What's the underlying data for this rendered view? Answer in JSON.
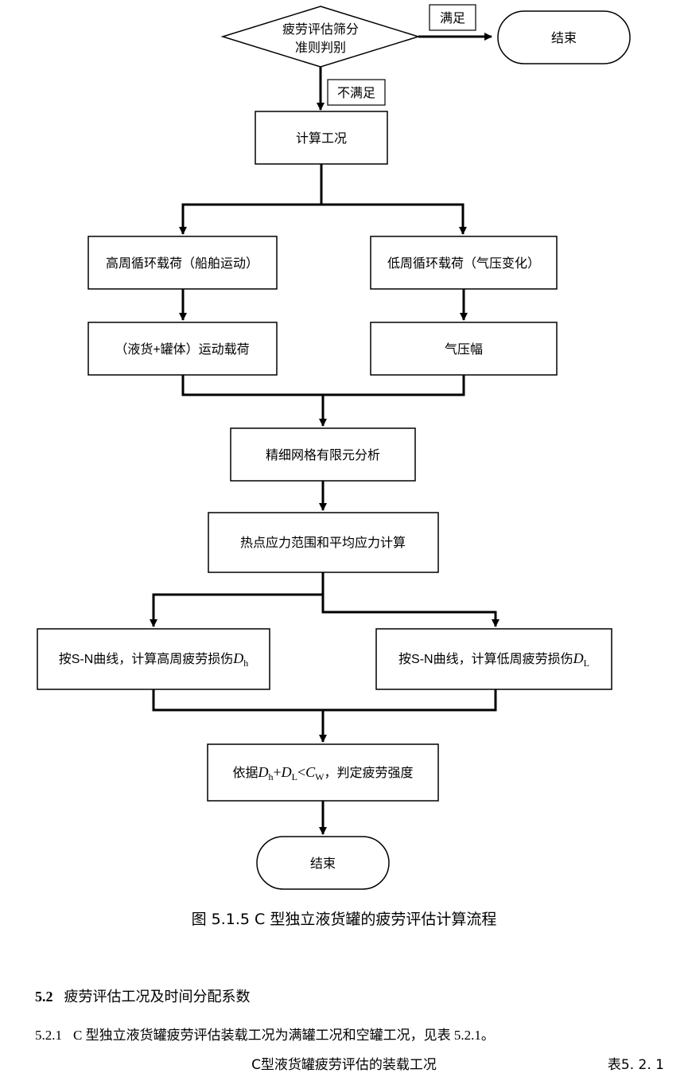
{
  "flowchart": {
    "decision": {
      "line1": "疲劳评估筛分",
      "line2": "准则判别"
    },
    "label_satisfied": "满足",
    "label_not_satisfied": "不满足",
    "end_top": "结束",
    "calc_conditions": "计算工况",
    "high_cycle_load": "高周循环载荷（船舶运动）",
    "low_cycle_load": "低周循环载荷（气压变化）",
    "motion_load": "（液货+罐体）运动载荷",
    "pressure_amplitude": "气压幅",
    "fem_analysis": "精细网格有限元分析",
    "hotspot_stress": "热点应力范围和平均应力计算",
    "high_damage": {
      "prefix": "按S-N曲线，计算高周疲劳损伤",
      "symbol": "D",
      "sub": "h"
    },
    "low_damage": {
      "prefix": "按S-N曲线，计算低周疲劳损伤",
      "symbol": "D",
      "sub": "L"
    },
    "criterion": {
      "prefix": "依据",
      "d1": "D",
      "d1_sub": "h",
      "plus": "+",
      "d2": "D",
      "d2_sub": "L",
      "lt": "<",
      "c": "C",
      "c_sub": "W",
      "suffix": "，判定疲劳强度"
    },
    "end_bottom": "结束"
  },
  "caption": "图 5.1.5   C 型独立液货罐的疲劳评估计算流程",
  "section": {
    "number": "5.2",
    "title": "疲劳评估工况及时间分配系数"
  },
  "paragraph": {
    "number": "5.2.1",
    "text": "C 型独立液货罐疲劳评估装载工况为满罐工况和空罐工况，见表 5.2.1。"
  },
  "table_title": "C型液货罐疲劳评估的装载工况",
  "table_number": "表5. 2. 1"
}
